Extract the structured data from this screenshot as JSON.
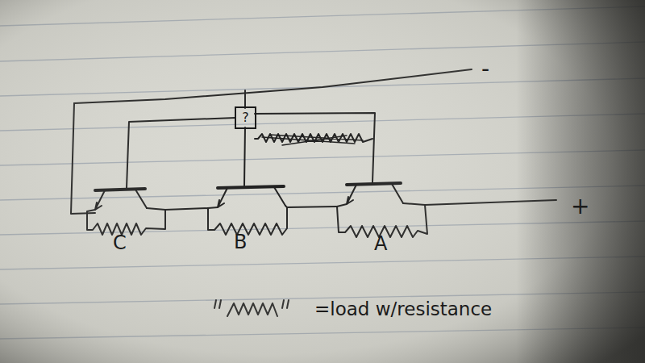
{
  "diagram": {
    "nodes": [
      {
        "text": [
          "?"
        ]
      }
    ],
    "labels": [
      "-",
      "C",
      "B",
      "A",
      "+",
      "=load w/resistance"
    ]
  }
}
